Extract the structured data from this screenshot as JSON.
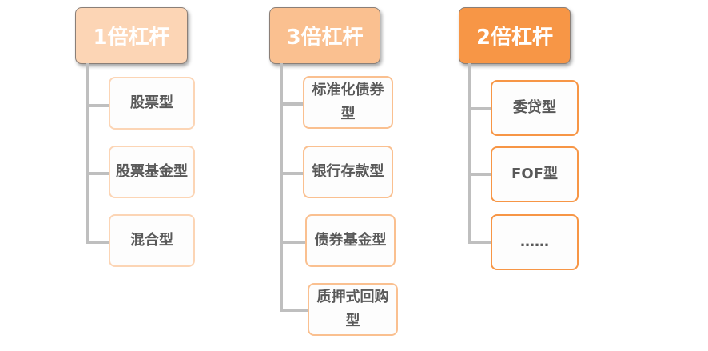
{
  "groups": [
    {
      "title": "1倍杠杆",
      "head_color": "#fcd5b5",
      "border_color": "#fcd5b5",
      "items": [
        "股票型",
        "股票基金型",
        "混合型"
      ]
    },
    {
      "title": "3倍杠杆",
      "head_color": "#fac090",
      "border_color": "#fac090",
      "items": [
        "标准化债券型",
        "银行存款型",
        "债券基金型",
        "质押式回购型"
      ]
    },
    {
      "title": "2倍杠杆",
      "head_color": "#f79646",
      "border_color": "#f79646",
      "items": [
        "委贷型",
        "FOF型",
        "……"
      ]
    }
  ]
}
